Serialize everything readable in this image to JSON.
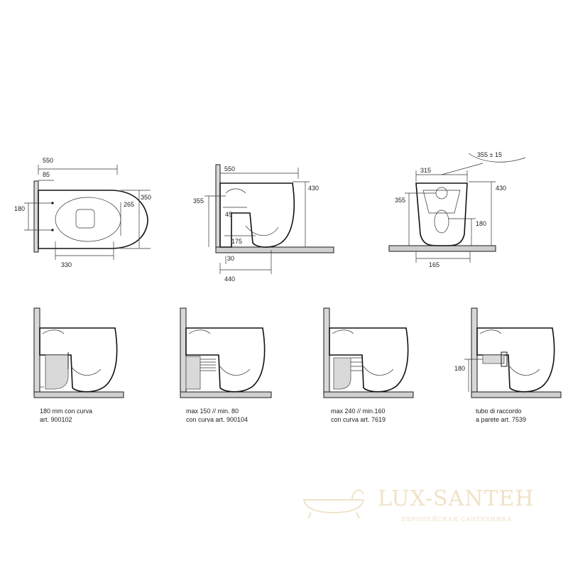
{
  "top_views": {
    "plan": {
      "dims": {
        "length": "550",
        "offset": "85",
        "width_outer": "350",
        "width_inner": "265",
        "holes": "180",
        "hole_dist": "330"
      }
    },
    "side": {
      "dims": {
        "length": "550",
        "height": "430",
        "height_inner": "355",
        "inlet": "45",
        "outlet": "175",
        "floor": "30",
        "base": "440"
      }
    },
    "front": {
      "dims": {
        "radius": "355 ± 15",
        "width": "315",
        "height_outer": "430",
        "height_inner": "355",
        "outlet_h": "180",
        "base_w": "165"
      }
    }
  },
  "install_views": [
    {
      "line1": "180 mm con curva",
      "line2": "art. 900102"
    },
    {
      "line1": "max 150 // min. 80",
      "line2": "con curva art. 900104"
    },
    {
      "line1": "max 240 // min.160",
      "line2": "con curva art. 7619"
    },
    {
      "line1": "tubo di raccordo",
      "line2": "a parete art. 7539",
      "dim": "180"
    }
  ],
  "watermark": {
    "title": "LUX-SANTEH",
    "subtitle": "ЕВРОПЕЙСКАЯ САНТЕХНИКА"
  },
  "colors": {
    "line": "#1a1a1a",
    "wall": "#d8d8d8",
    "watermark": "#f0e2c6"
  }
}
